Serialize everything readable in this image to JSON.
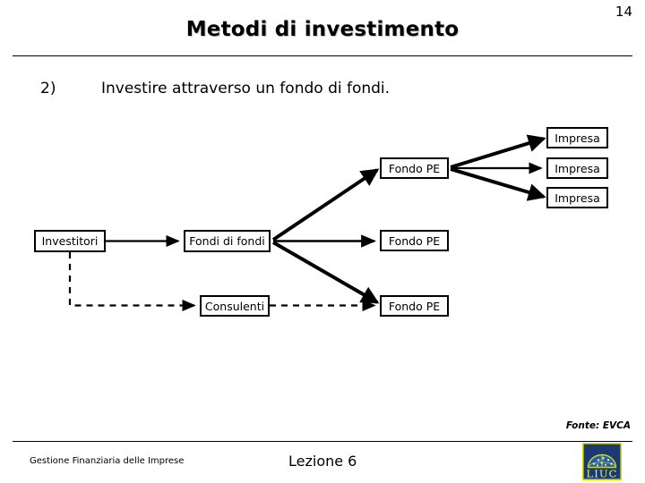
{
  "header": {
    "page_number": "14",
    "title": "Metodi di investimento"
  },
  "body": {
    "bullet_number": "2)",
    "bullet_text": "Investire attraverso un fondo di fondi."
  },
  "diagram": {
    "nodes": [
      {
        "id": "investitori",
        "label": "Investitori"
      },
      {
        "id": "fondi-fondi",
        "label": "Fondi di fondi"
      },
      {
        "id": "consulenti",
        "label": "Consulenti"
      },
      {
        "id": "fondo-pe-1",
        "label": "Fondo PE"
      },
      {
        "id": "fondo-pe-2",
        "label": "Fondo PE"
      },
      {
        "id": "fondo-pe-3",
        "label": "Fondo PE"
      },
      {
        "id": "impresa-1",
        "label": "Impresa"
      },
      {
        "id": "impresa-2",
        "label": "Impresa"
      },
      {
        "id": "impresa-3",
        "label": "Impresa"
      }
    ],
    "edges": [
      {
        "from": "investitori",
        "to": "fondi-fondi",
        "style": "solid"
      },
      {
        "from": "investitori",
        "to": "consulenti",
        "style": "dashed"
      },
      {
        "from": "consulenti",
        "to": "fondo-pe-3",
        "style": "dashed"
      },
      {
        "from": "fondi-fondi",
        "to": "fondo-pe-1",
        "style": "solid"
      },
      {
        "from": "fondi-fondi",
        "to": "fondo-pe-2",
        "style": "solid"
      },
      {
        "from": "fondi-fondi",
        "to": "fondo-pe-3",
        "style": "solid"
      },
      {
        "from": "fondo-pe-1",
        "to": "impresa-1",
        "style": "solid"
      },
      {
        "from": "fondo-pe-1",
        "to": "impresa-2",
        "style": "solid"
      },
      {
        "from": "fondo-pe-1",
        "to": "impresa-3",
        "style": "solid"
      }
    ],
    "line_color": "#000000"
  },
  "source_note": "Fonte: EVCA",
  "footer": {
    "left": "Gestione Finanziaria delle Imprese",
    "center": "Lezione 6",
    "logo_text": "LIUC",
    "logo_bg": "#1b3a72",
    "logo_accent": "#ffd92b",
    "logo_border": "#d8e000"
  }
}
